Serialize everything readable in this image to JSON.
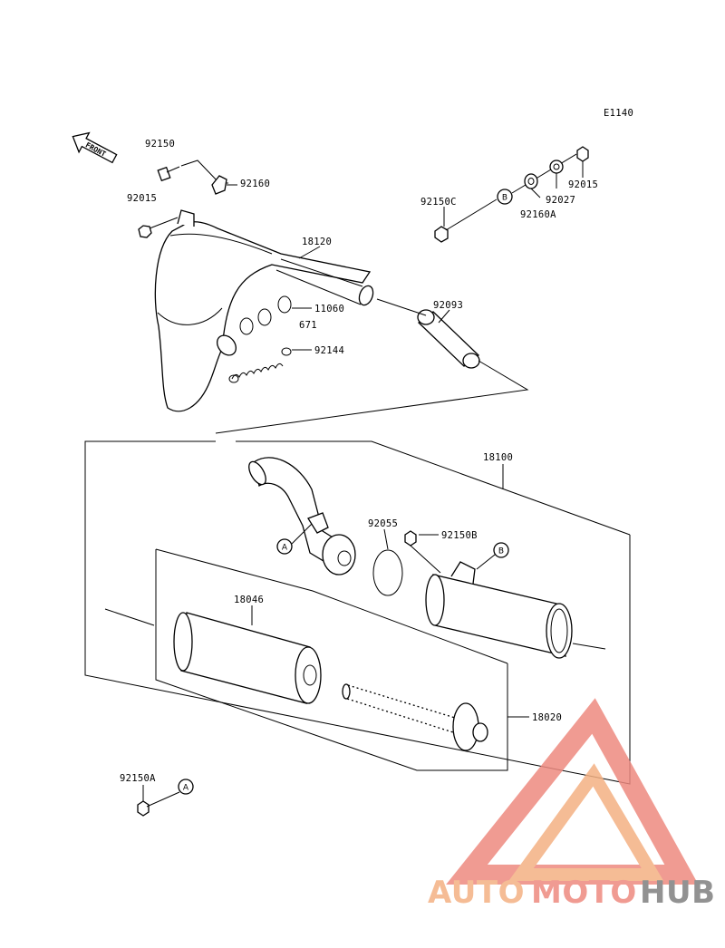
{
  "diagram_code": "E1140",
  "front_label": "FRONT",
  "parts": {
    "p92150": "92150",
    "p92160": "92160",
    "p92015_left": "92015",
    "p18120": "18120",
    "p11060": "11060",
    "p671": "671",
    "p92144": "92144",
    "p92093": "92093",
    "p92150C": "92150C",
    "p92027": "92027",
    "p92015_right": "92015",
    "p92160A": "92160A",
    "p18100": "18100",
    "p92055": "92055",
    "p92150B": "92150B",
    "p18046": "18046",
    "p18020": "18020",
    "p92150A": "92150A"
  },
  "callouts": {
    "a": "A",
    "b": "B"
  },
  "watermark": {
    "part1": "AUTO",
    "part2": "MOTO",
    "part3": "HUB",
    "colors": {
      "orange": "#f4b183",
      "red": "#ee8a80",
      "gray": "#7f7f7f"
    }
  }
}
